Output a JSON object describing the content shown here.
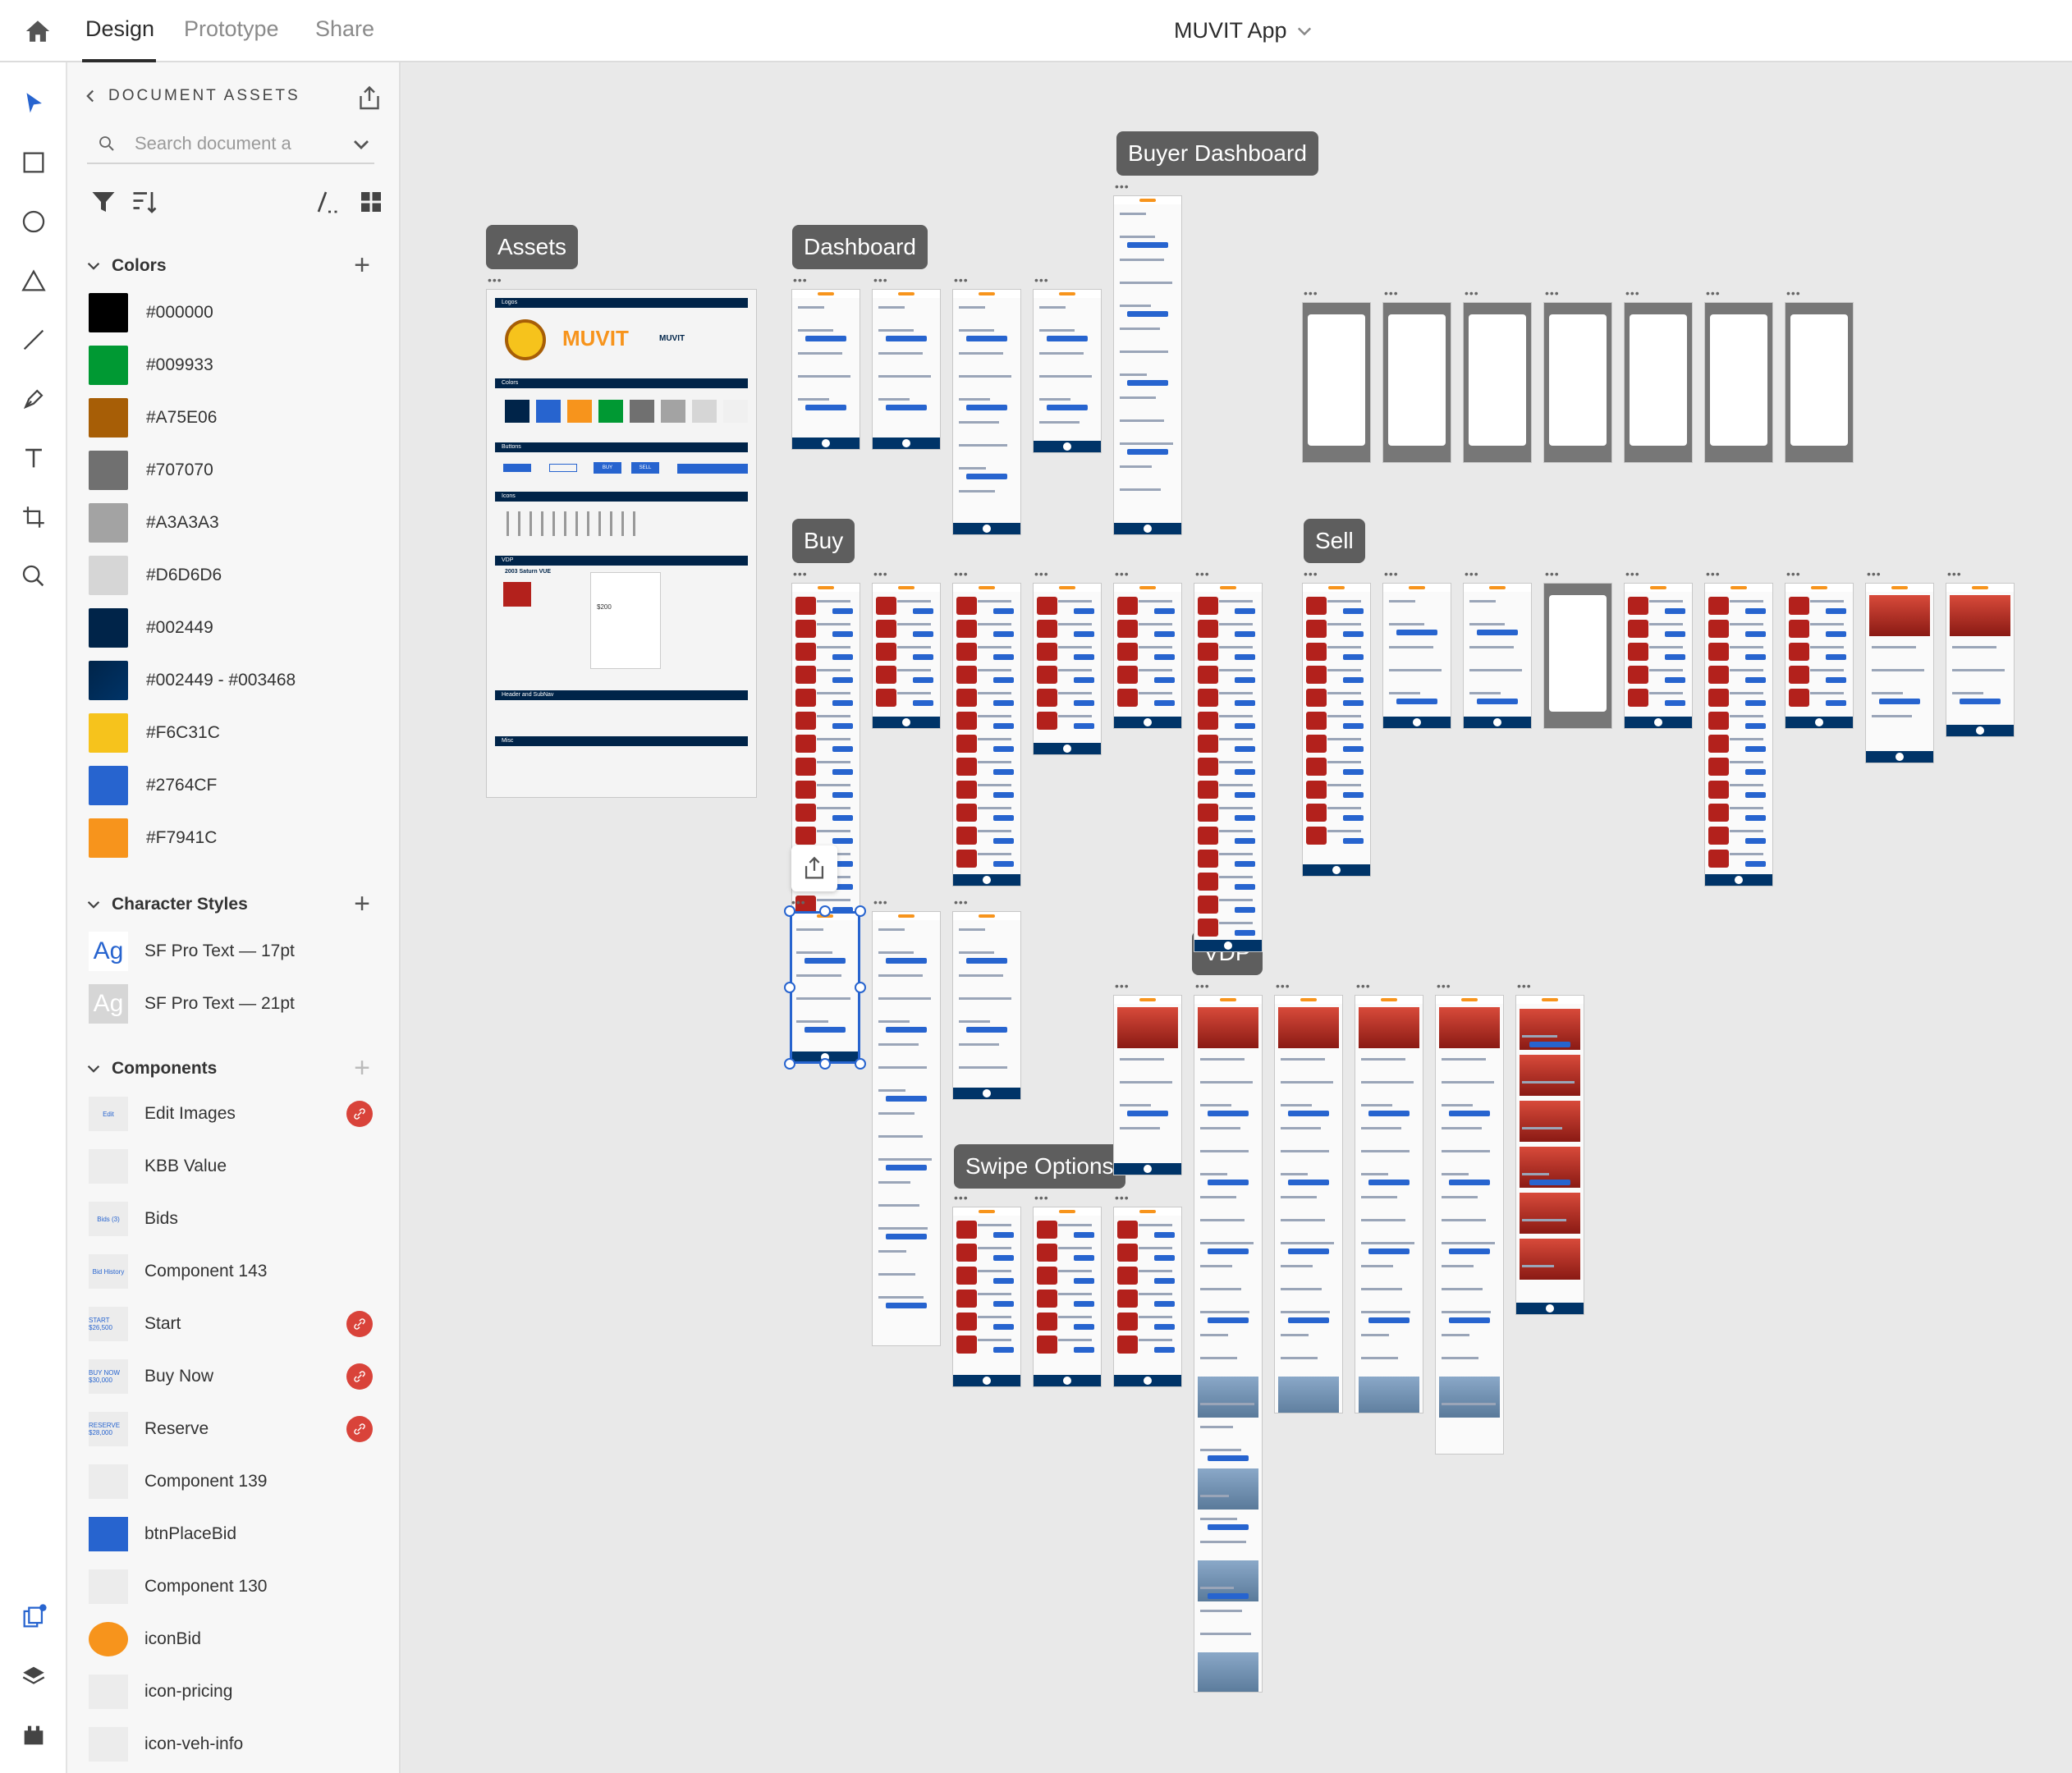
{
  "topbar": {
    "tabs": [
      "Design",
      "Prototype",
      "Share"
    ],
    "document_title": "MUVIT App"
  },
  "panel": {
    "header": "DOCUMENT ASSETS",
    "search_placeholder": "Search document a",
    "colors_title": "Colors",
    "colors": [
      {
        "label": "#000000",
        "hex": "#000000"
      },
      {
        "label": "#009933",
        "hex": "#009933"
      },
      {
        "label": "#A75E06",
        "hex": "#A75E06"
      },
      {
        "label": "#707070",
        "hex": "#707070"
      },
      {
        "label": "#A3A3A3",
        "hex": "#A3A3A3"
      },
      {
        "label": "#D6D6D6",
        "hex": "#D6D6D6"
      },
      {
        "label": "#002449",
        "hex": "#002449"
      },
      {
        "label": "#002449 - #003468",
        "hex": "linear-gradient(135deg,#002449,#003468)"
      },
      {
        "label": "#F6C31C",
        "hex": "#F6C31C"
      },
      {
        "label": "#2764CF",
        "hex": "#2764CF"
      },
      {
        "label": "#F7941C",
        "hex": "#F7941C"
      }
    ],
    "character_styles_title": "Character Styles",
    "character_styles": [
      {
        "thumb": "Ag",
        "label": "SF Pro Text — 17pt"
      },
      {
        "thumb": "Ag",
        "label": "SF Pro Text — 21pt"
      }
    ],
    "components_title": "Components",
    "components": [
      {
        "label": "Edit Images",
        "thumb": "Edit",
        "linked": true
      },
      {
        "label": "KBB Value",
        "thumb": "",
        "linked": false
      },
      {
        "label": "Bids",
        "thumb": "Bids (3)",
        "linked": false
      },
      {
        "label": "Component 143",
        "thumb": "Bid History",
        "linked": false
      },
      {
        "label": "Start",
        "thumb": "START $26,500",
        "linked": true
      },
      {
        "label": "Buy Now",
        "thumb": "BUY NOW $30,000",
        "linked": true
      },
      {
        "label": "Reserve",
        "thumb": "RESERVE $28,000",
        "linked": true
      },
      {
        "label": "Component 139",
        "thumb": "",
        "linked": false
      },
      {
        "label": "btnPlaceBid",
        "thumb": "",
        "linked": false
      },
      {
        "label": "Component 130",
        "thumb": "",
        "linked": false
      },
      {
        "label": "iconBid",
        "thumb": "",
        "linked": false
      },
      {
        "label": "icon-pricing",
        "thumb": "",
        "linked": false
      },
      {
        "label": "icon-veh-info",
        "thumb": "",
        "linked": false
      }
    ]
  },
  "canvas": {
    "labels": {
      "assets": "Assets",
      "dashboard": "Dashboard",
      "buyer_dashboard": "Buyer Dashboard",
      "buy": "Buy",
      "sell": "Sell",
      "vdp": "VDP",
      "swipe_options": "Swipe Options"
    },
    "assets_board": {
      "sections": [
        "Logos",
        "Colors",
        "Buttons",
        "Icons",
        "VDP",
        "Header and SubNav",
        "Misc"
      ],
      "logo_text": "MUVIT",
      "logo_small": "MUVIT",
      "vdp_vehicle": "2003 Saturn VUE",
      "vdp_price": "$200",
      "button_buy": "BUY",
      "button_sell": "SELL"
    }
  }
}
